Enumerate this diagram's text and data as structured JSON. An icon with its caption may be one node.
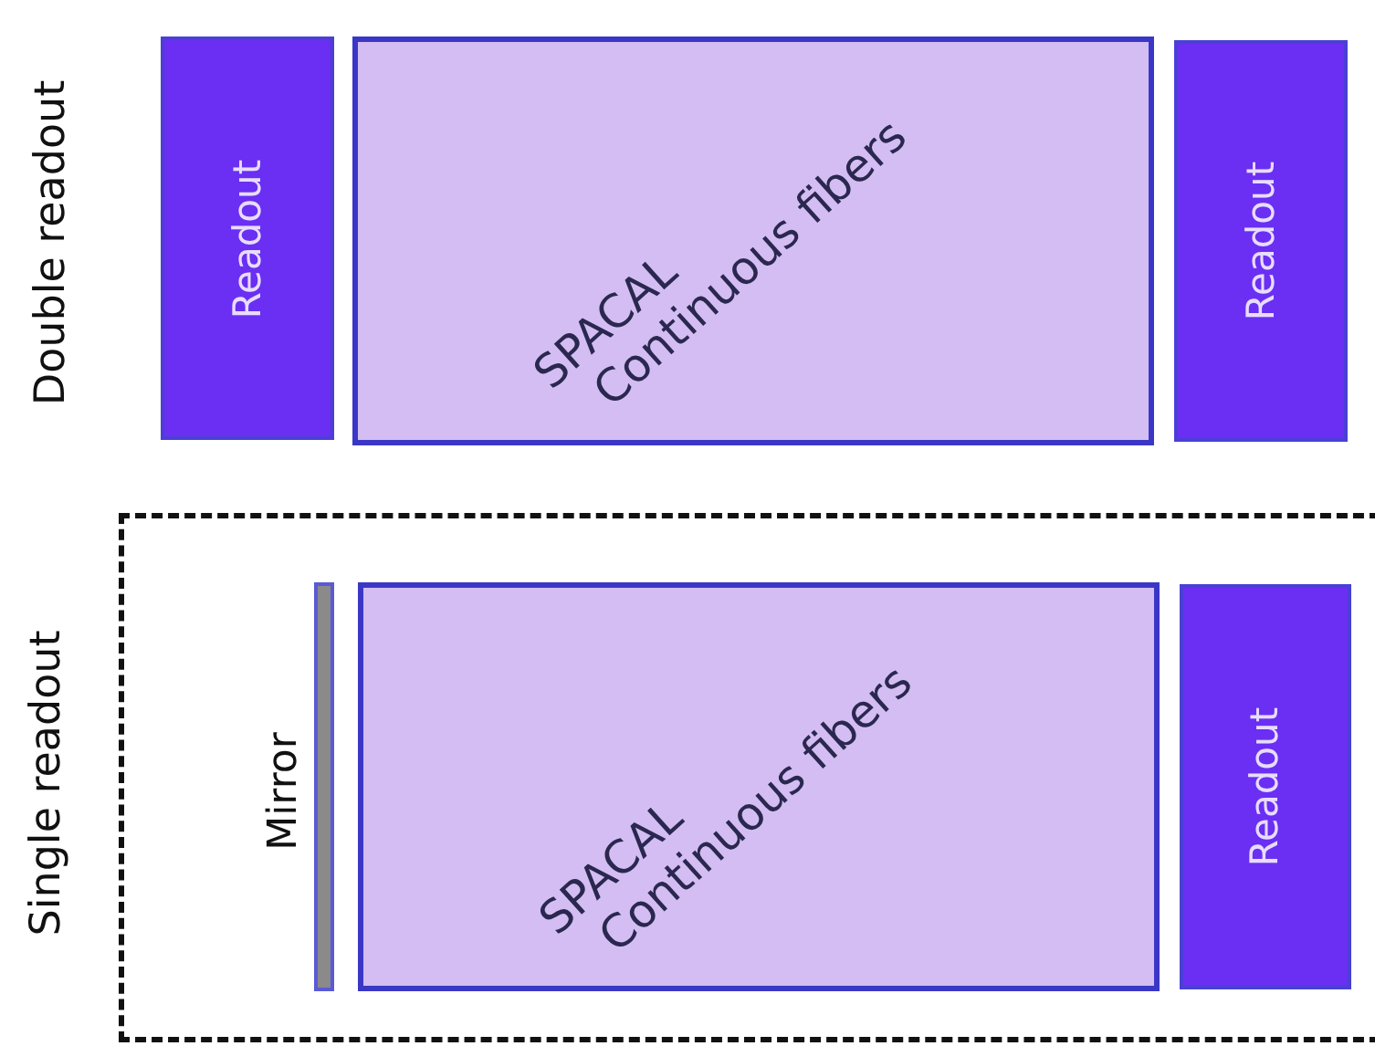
{
  "diagram": {
    "nodes": [
      {
        "text": [
          "Readout"
        ]
      },
      {
        "text": [
          "SPACAL",
          "Continuous fibers"
        ]
      },
      {
        "text": [
          "Readout"
        ]
      },
      {
        "text": [
          "Single readout"
        ]
      },
      {
        "text": [],
        "shape": "bar",
        "in": 3,
        "beside": [
          "Mirror"
        ]
      },
      {
        "text": [
          "SPACAL",
          "Continuous fibers"
        ],
        "in": 3
      },
      {
        "text": [
          "Readout"
        ],
        "in": 3
      }
    ],
    "labels": [
      "Double readout"
    ]
  }
}
